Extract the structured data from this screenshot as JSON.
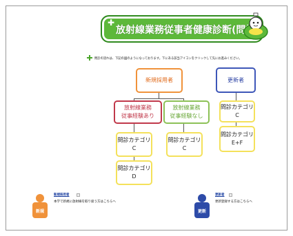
{
  "banner": {
    "title": "放射線業務従事者健康診断(問診)",
    "cross": "✚"
  },
  "intro": {
    "text": "問診の流れは、下記の図のようになっております。下にある該当アイコンをクリックして先にお進みください。"
  },
  "chart": {
    "new_employee": "新規採用者",
    "renewal": "更新者",
    "with_experience": [
      "放射線業務",
      "従事経験あり"
    ],
    "without_experience": [
      "放射線業務",
      "従事経験なし"
    ],
    "cat_c_1": [
      "問診カテゴリ",
      "C"
    ],
    "cat_d": [
      "問診カテゴリ",
      "D"
    ],
    "cat_c_2": [
      "問診カテゴリ",
      "C"
    ],
    "cat_c_3": [
      "問診カテゴリ",
      "C"
    ],
    "cat_ef": [
      "問診カテゴリ",
      "E+F"
    ]
  },
  "footer": {
    "new": {
      "figure_label": "新規",
      "link": "新規採用者",
      "desc": "本学で新規に放射線を取り扱う方はこちらへ"
    },
    "renew": {
      "figure_label": "更新",
      "link": "更新者",
      "desc": "更新登録する方はこちらへ"
    }
  },
  "colors": {
    "banner_green": "#5db83a",
    "orange": "#f0923a",
    "blue": "#3d56b8",
    "red": "#c0384a",
    "green": "#8cc156",
    "yellow": "#f4e15a"
  }
}
